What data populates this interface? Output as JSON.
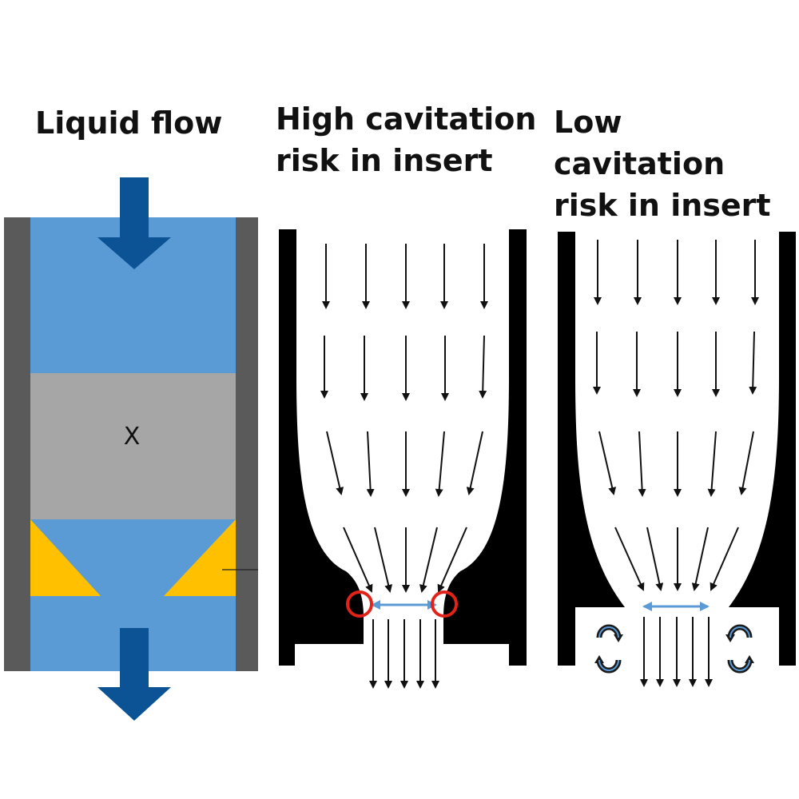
{
  "panels": {
    "liquid_flow": {
      "title": "Liquid flow",
      "chamber_label": "X",
      "colors": {
        "wall": "#5a5a5a",
        "liquid": "#5b9bd5",
        "chamber": "#a6a6a6",
        "insert": "#ffc000",
        "flow_arrow": "#0b5394"
      }
    },
    "high_risk": {
      "title_line1": "High cavitation",
      "title_line2": "risk in insert",
      "cavitation_marker_color": "#e32219",
      "width_arrow_color": "#5b9bd5"
    },
    "low_risk": {
      "title_line1": "Low cavitation",
      "title_line2": "risk in insert",
      "vortex_icon": "recirculation-vortex-icon",
      "width_arrow_color": "#5b9bd5"
    }
  }
}
